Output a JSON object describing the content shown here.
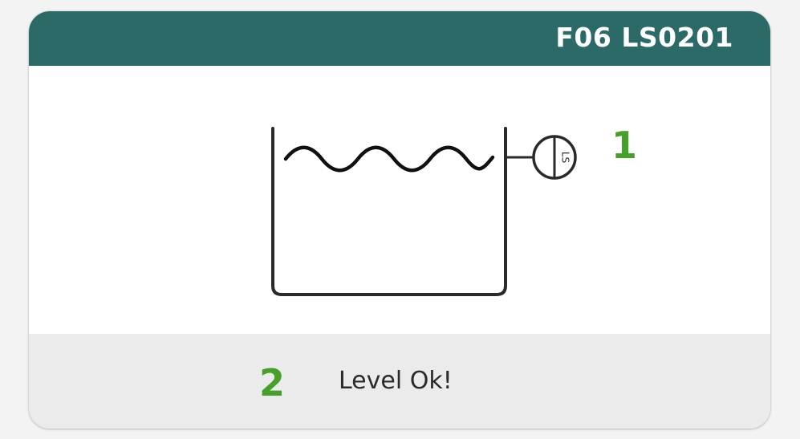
{
  "card": {
    "title": "F06 LS0201",
    "header_color": "#2b6a67"
  },
  "diagram": {
    "sensor_label": "LS",
    "sensor_icon": "level-switch-icon",
    "tank_icon": "tank-with-liquid-icon"
  },
  "status": {
    "text": "Level Ok!"
  },
  "markers": {
    "one": "1",
    "two": "2",
    "color": "#47a02a"
  }
}
